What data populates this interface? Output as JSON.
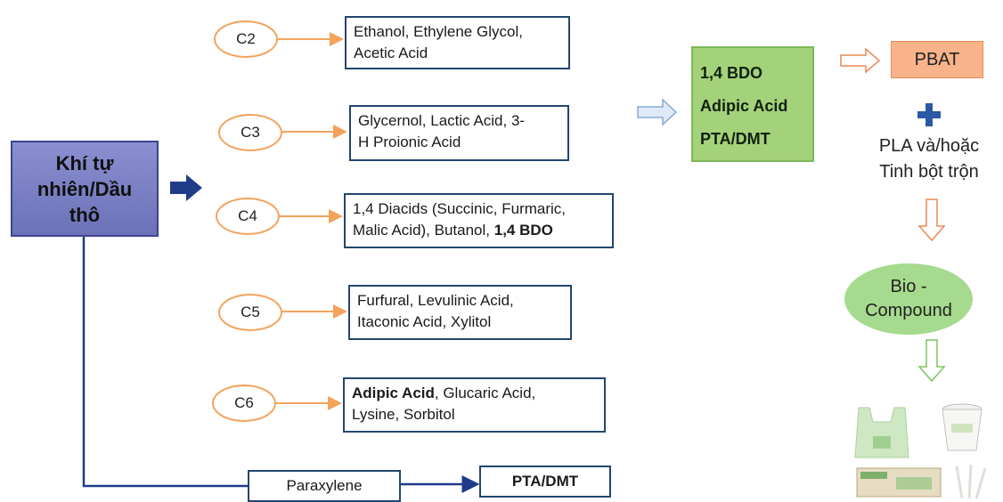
{
  "source": "Khí tự nhiên/Dầu thô",
  "groups": [
    {
      "code": "C2",
      "lines": [
        [
          {
            "t": "Ethanol, Ethylene Glycol,",
            "b": false
          }
        ],
        [
          {
            "t": "Acetic Acid",
            "b": false
          }
        ]
      ]
    },
    {
      "code": "C3",
      "lines": [
        [
          {
            "t": "Glycernol, Lactic Acid, 3-",
            "b": false
          }
        ],
        [
          {
            "t": "H Proionic Acid",
            "b": false
          }
        ]
      ]
    },
    {
      "code": "C4",
      "lines": [
        [
          {
            "t": "1,4 Diacids (Succinic, Furmaric,",
            "b": false
          }
        ],
        [
          {
            "t": "Malic Acid), Butanol, ",
            "b": false
          },
          {
            "t": "1,4 BDO",
            "b": true
          }
        ]
      ]
    },
    {
      "code": "C5",
      "lines": [
        [
          {
            "t": "Furfural, Levulinic Acid,",
            "b": false
          }
        ],
        [
          {
            "t": "Itaconic Acid, Xylitol",
            "b": false
          }
        ]
      ]
    },
    {
      "code": "C6",
      "lines": [
        [
          {
            "t": "Adipic Acid",
            "b": true
          },
          {
            "t": ", Glucaric Acid,",
            "b": false
          }
        ],
        [
          {
            "t": "Lysine, Sorbitol",
            "b": false
          }
        ]
      ]
    }
  ],
  "intermediates": [
    "1,4 BDO",
    "Adipic Acid",
    "PTA/DMT"
  ],
  "pbat": "PBAT",
  "pla": {
    "line1": "PLA và/hoặc",
    "line2": "Tinh bột trộn"
  },
  "bio": {
    "line1": "Bio -",
    "line2": "Compound"
  },
  "paraxylene": "Paraxylene",
  "pta_dmt": "PTA/DMT",
  "colors": {
    "source_fill": "#7a80c6",
    "orange_line": "#f3a35c",
    "navy": "#23466e",
    "green": "#a4d27a",
    "pbat": "#f8b38a"
  }
}
